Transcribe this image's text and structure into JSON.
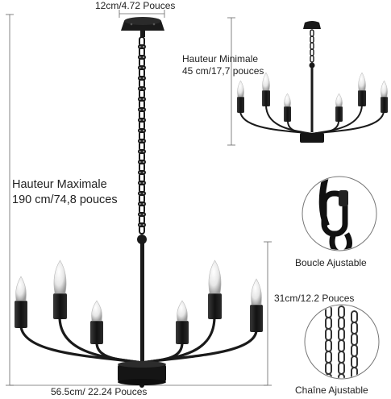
{
  "canopy_width": "12cm/4.72 Pouces",
  "min_height": {
    "line1": "Hauteur Minimale",
    "line2": "45 cm/17,7 pouces"
  },
  "max_height": {
    "line1": "Hauteur Maximale",
    "line2": "190 cm/74,8 pouces"
  },
  "buckle_label": "Boucle Ajustable",
  "body_height": "31cm/12.2 Pouces",
  "chain_label": "Chaîne Ajustable",
  "total_width": "56.5cm/ 22.24 Pouces",
  "colors": {
    "fixture": "#1a1a1a",
    "bulb": "#ececec",
    "dimension_line": "#666666"
  }
}
